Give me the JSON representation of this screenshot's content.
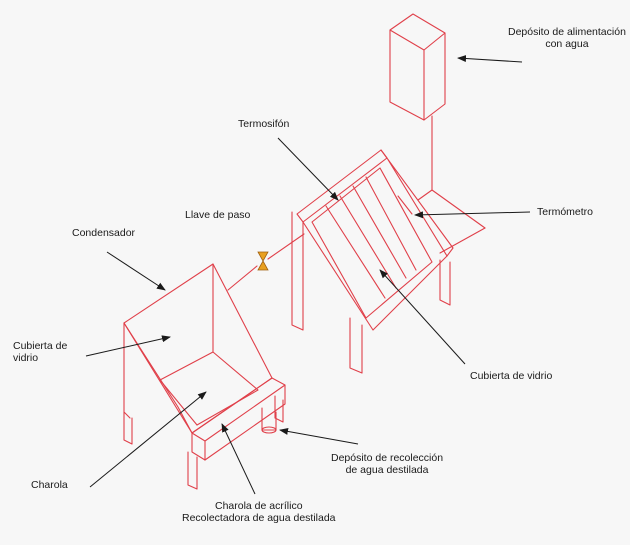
{
  "colors": {
    "background": "#f7f7f7",
    "structure": "#e0404a",
    "arrow": "#1a1a1a",
    "valve_fill": "#e8a020"
  },
  "labels": {
    "feed_tank_line1": "Depósito de alimentación",
    "feed_tank_line2": "con agua",
    "thermosiphon": "Termosifón",
    "valve": "Llave de paso",
    "condenser": "Condensador",
    "thermometer": "Termómetro",
    "glass_cover_left_line1": "Cubierta de",
    "glass_cover_left_line2": "vidrio",
    "glass_cover_right": "Cubierta de vidrio",
    "collection_tank_line1": "Depósito de recolección",
    "collection_tank_line2": "de agua destilada",
    "tray": "Charola",
    "acrylic_tray_line1": "Charola de acrílico",
    "acrylic_tray_line2": "Recolectadora de agua destilada"
  }
}
